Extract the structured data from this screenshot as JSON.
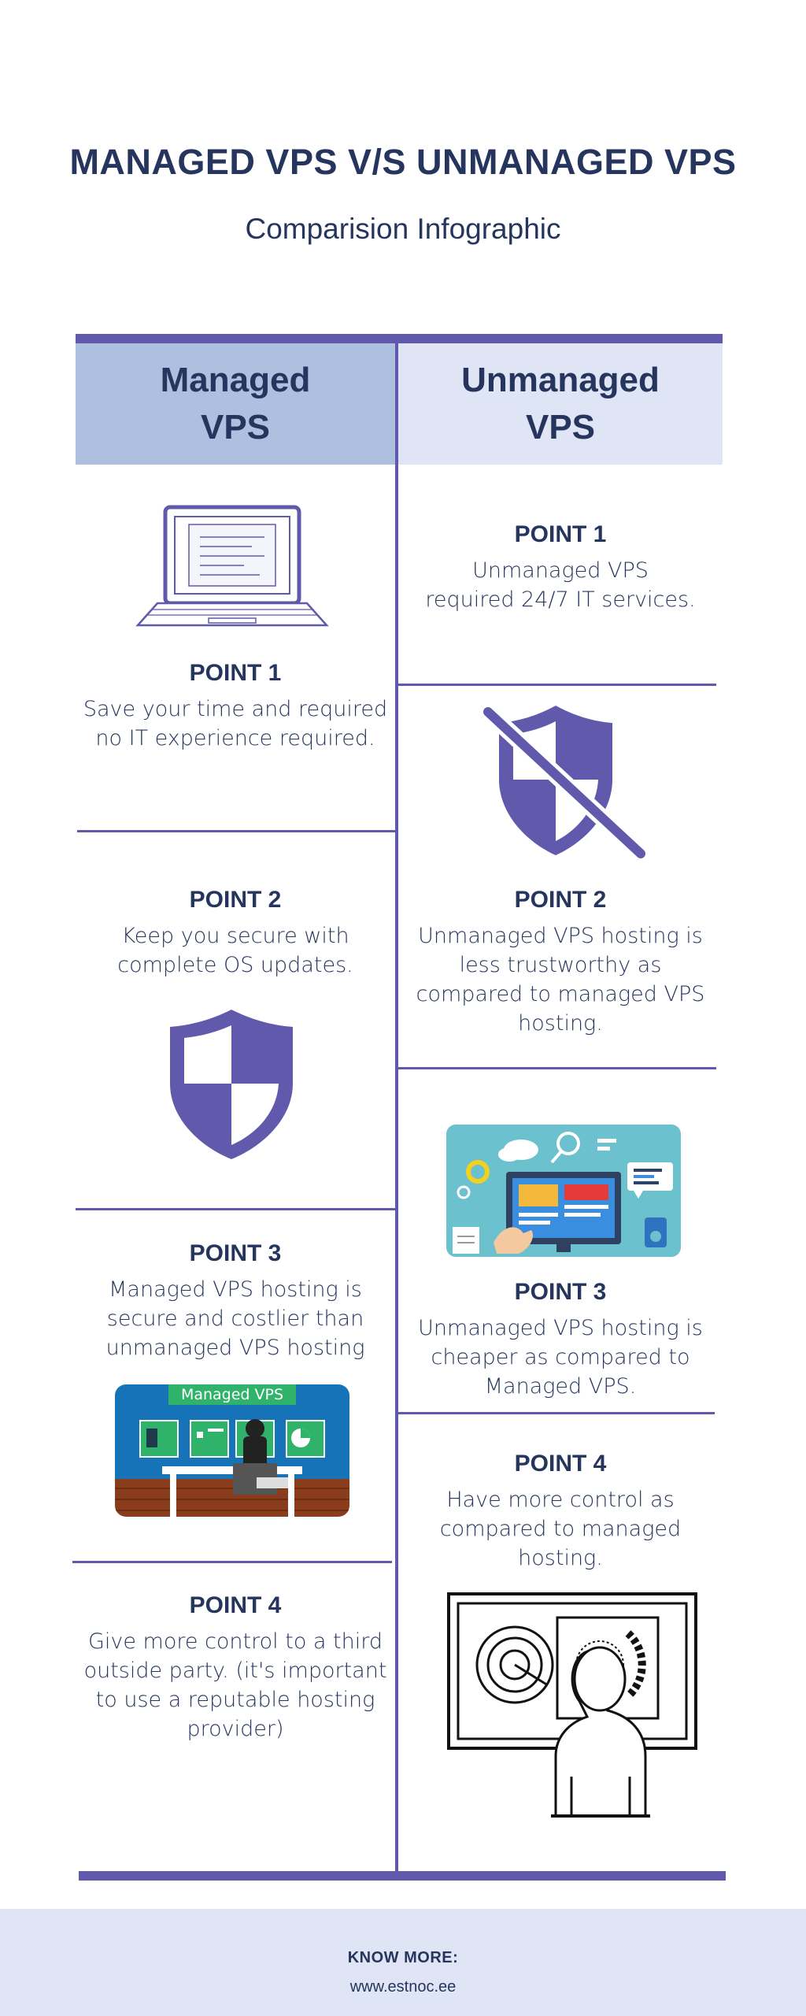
{
  "header": {
    "title": "MANAGED VPS V/S UNMANAGED VPS",
    "subtitle": "Comparision Infographic"
  },
  "columns": {
    "left": {
      "line1": "Managed",
      "line2": "VPS"
    },
    "right": {
      "line1": "Unmanaged",
      "line2": "VPS"
    }
  },
  "managed": [
    {
      "title": "POINT 1",
      "lines": [
        "Save your time and required",
        "no IT experience required."
      ]
    },
    {
      "title": "POINT 2",
      "lines": [
        "Keep you secure with",
        "complete OS updates."
      ]
    },
    {
      "title": "POINT 3",
      "lines": [
        "Managed VPS hosting is",
        "secure and costlier than",
        "unmanaged VPS hosting"
      ]
    },
    {
      "title": "POINT 4",
      "lines": [
        "Give more control to a third",
        "outside party. (it's important",
        "to use a reputable hosting",
        "provider)"
      ]
    }
  ],
  "unmanaged": [
    {
      "title": "POINT 1",
      "lines": [
        "Unmanaged VPS",
        "required 24/7 IT services."
      ]
    },
    {
      "title": "POINT 2",
      "lines": [
        "Unmanaged VPS hosting is",
        "less trustworthy as",
        "compared to managed VPS",
        "hosting."
      ]
    },
    {
      "title": "POINT 3",
      "lines": [
        "Unmanaged VPS hosting is",
        "cheaper as compared to",
        "Managed VPS."
      ]
    },
    {
      "title": "POINT 4",
      "lines": [
        "Have more control as",
        "compared to managed",
        "hosting."
      ]
    }
  ],
  "illustrations": {
    "managed_point3_sign": "Managed VPS"
  },
  "footer": {
    "know_more": "KNOW MORE:",
    "url": "www.estnoc.ee"
  },
  "colors": {
    "accent": "#6159ab",
    "text": "#26355d",
    "header_left": "#aec0df",
    "header_right": "#dfe5f4"
  },
  "icons": [
    "laptop-icon",
    "shield-crossed-icon",
    "shield-icon",
    "monitor-illustration",
    "managed-vps-illustration",
    "person-monitor-illustration"
  ]
}
